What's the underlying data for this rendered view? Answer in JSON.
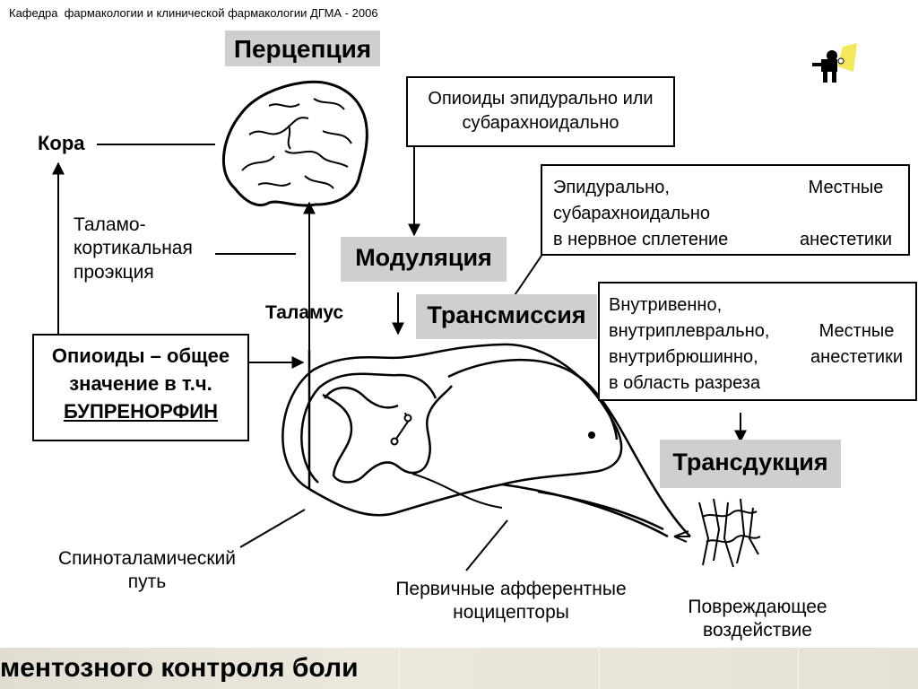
{
  "header": "Кафедра  фармакологии и клинической фармакологии ДГМА - 2006",
  "stages": {
    "perception": "Перцепция",
    "modulation": "Модуляция",
    "transmission": "Трансмиссия",
    "transduction": "Трансдукция"
  },
  "labels": {
    "cortex": "Кора",
    "thalamocortical": [
      "Таламо-",
      "кортикальная",
      "проэкция"
    ],
    "thalamus": "Таламус",
    "spinothalamic": [
      "Спиноталамический",
      "путь"
    ],
    "afferent": [
      "Первичные афферентные",
      "ноцицепторы"
    ],
    "damage": [
      "Повреждающее",
      "воздействие"
    ]
  },
  "boxes": {
    "opioids_general": [
      "Опиоиды – общее",
      "значение в т.ч.",
      "БУПРЕНОРФИН"
    ],
    "opioids_epidural": [
      "Опиоиды эпидурально или",
      "субарахноидально"
    ],
    "local_top": {
      "left": [
        "Эпидурально,",
        "субарахноидально",
        "в нервное сплетение"
      ],
      "right": [
        "Местные",
        "анестетики"
      ]
    },
    "local_bottom": {
      "left": [
        "Внутривенно,",
        "внутриплеврально,",
        "внутрибрюшинно,",
        "в область разреза"
      ],
      "right": [
        "Местные",
        "анестетики"
      ]
    }
  },
  "footer": "ментозного контроля боли",
  "icons": [
    "brain-icon",
    "spinal-cord-icon",
    "nociceptor-icon",
    "detective-icon"
  ]
}
